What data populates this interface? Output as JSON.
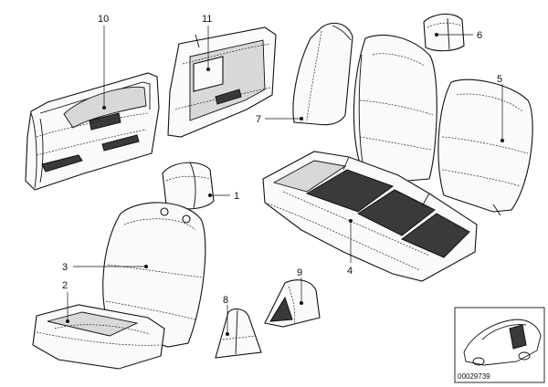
{
  "callouts": {
    "c1": "1",
    "c2": "2",
    "c3": "3",
    "c4": "4",
    "c5": "5",
    "c6": "6",
    "c7": "7",
    "c8": "8",
    "c9": "9",
    "c10": "10",
    "c11": "11"
  },
  "inset": {
    "document_number": "00029739"
  }
}
